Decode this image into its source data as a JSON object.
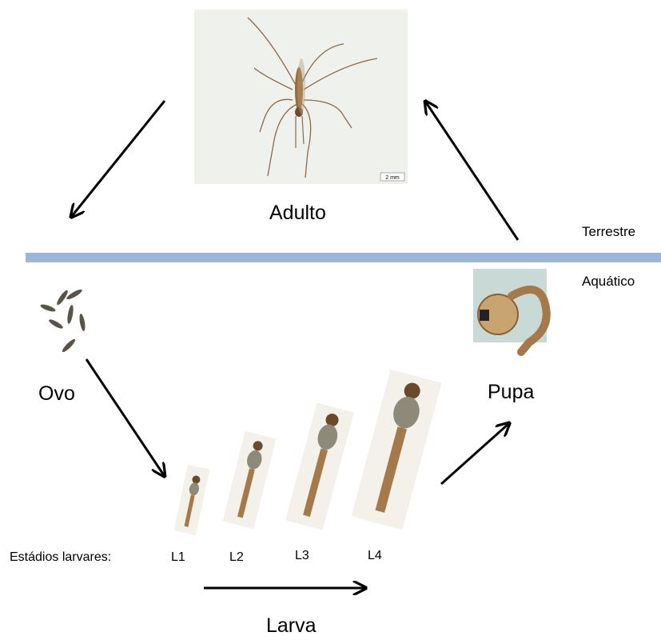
{
  "labels": {
    "adult": "Adulto",
    "egg": "Ovo",
    "pupa": "Pupa",
    "larva": "Larva",
    "terrestrial": "Terrestre",
    "aquatic": "Aquático",
    "instars_prefix": "Estádios larvares:",
    "l1": "L1",
    "l2": "L2",
    "l3": "L3",
    "l4": "L4",
    "scale_bar": "2 mm"
  },
  "colors": {
    "divider": "#9db5d8",
    "arrow": "#000000",
    "photo_bg": "#eef2ea",
    "pupa_bg": "#c9d9d6",
    "insect_brown": "#9a6a3a"
  }
}
